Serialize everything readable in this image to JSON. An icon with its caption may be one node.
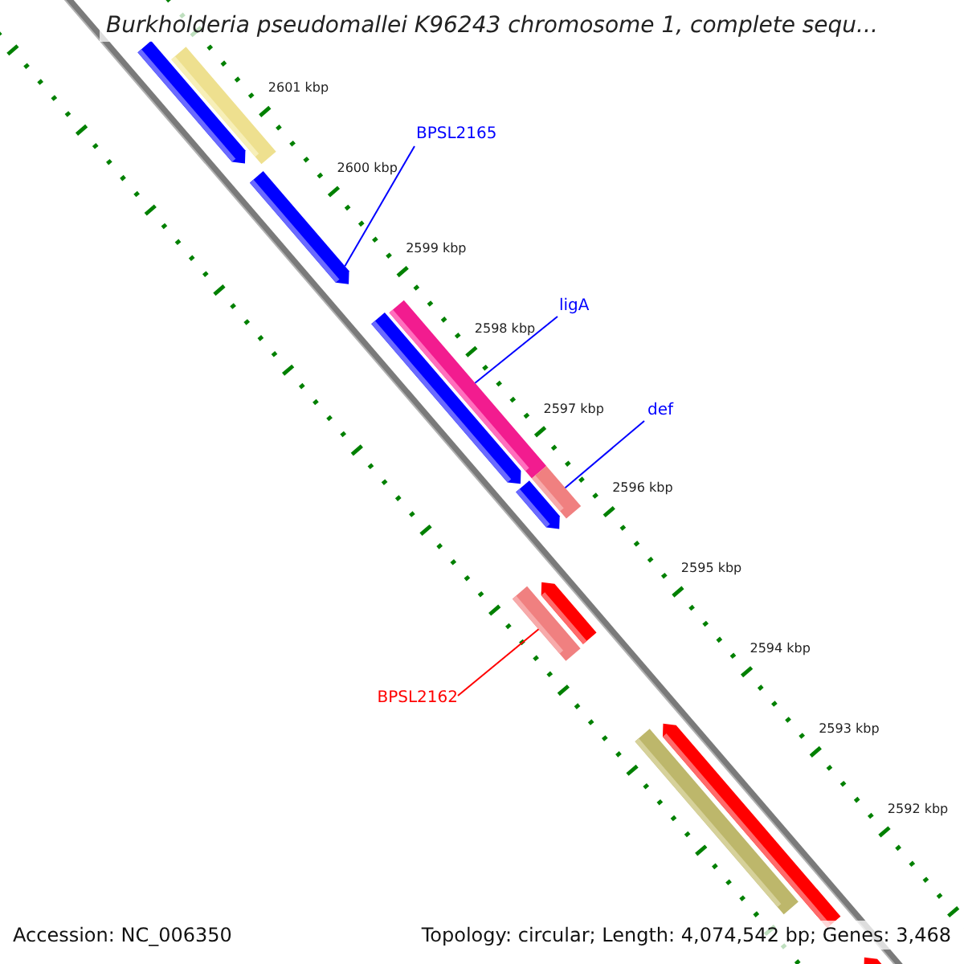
{
  "diagram": {
    "nodes": [
      {
        "text": [],
        "shape": "bar"
      },
      {
        "text": [],
        "shape": "bar"
      },
      {
        "text": [
          "BPSL2165"
        ]
      },
      {
        "text": [],
        "shape": "bar"
      },
      {
        "text": [
          "ligA"
        ]
      },
      {
        "text": [],
        "shape": "bar"
      },
      {
        "text": [],
        "shape": "bar"
      },
      {
        "text": [
          "def"
        ]
      },
      {
        "text": [],
        "shape": "bar"
      },
      {
        "text": [],
        "shape": "bar"
      },
      {
        "text": [],
        "shape": "bar"
      },
      {
        "text": [],
        "shape": "bar"
      },
      {
        "text": [
          "BPSL2162"
        ]
      },
      {
        "text": [],
        "shape": "bar"
      },
      {
        "text": [],
        "shape": "bar"
      },
      {
        "text": [],
        "shape": "bar"
      }
    ],
    "edges": [
      {
        "from": 2,
        "to": 3,
        "arrow": "none"
      },
      {
        "from": 4,
        "to": 6,
        "arrow": "none"
      },
      {
        "from": 7,
        "to": 9,
        "arrow": "none"
      },
      {
        "from": 12,
        "to": 10,
        "arrow": "none",
        "color": "#ff0000"
      }
    ],
    "labels": [
      "Burkholderia pseudomallei K96243 chromosome 1, complete sequ...",
      "2601 kbp",
      "2600 kbp",
      "2599 kbp",
      "2598 kbp",
      "2597 kbp",
      "2596 kbp",
      "2595 kbp",
      "2594 kbp",
      "2593 kbp",
      "2592 kbp",
      "Accession: NC_006350",
      "Topology: circular; Length: 4,074,542 bp; Genes: 3,468"
    ]
  }
}
